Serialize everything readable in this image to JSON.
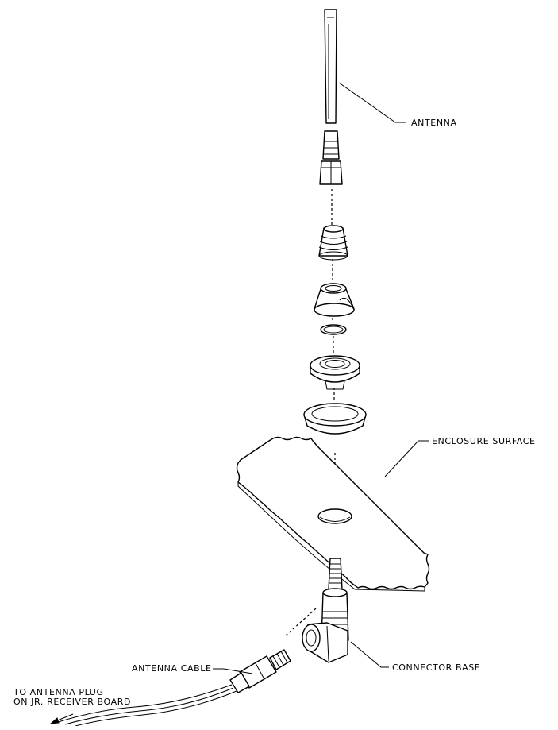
{
  "labels": {
    "antenna": "ANTENNA",
    "enclosure_surface": "ENCLOSURE SURFACE",
    "antenna_cable": "ANTENNA CABLE",
    "connector_base": "CONNECTOR BASE",
    "to_plug_line1": "TO ANTENNA PLUG",
    "to_plug_line2": "ON JR. RECEIVER BOARD"
  },
  "colors": {
    "line": "#000000",
    "background": "#ffffff"
  }
}
